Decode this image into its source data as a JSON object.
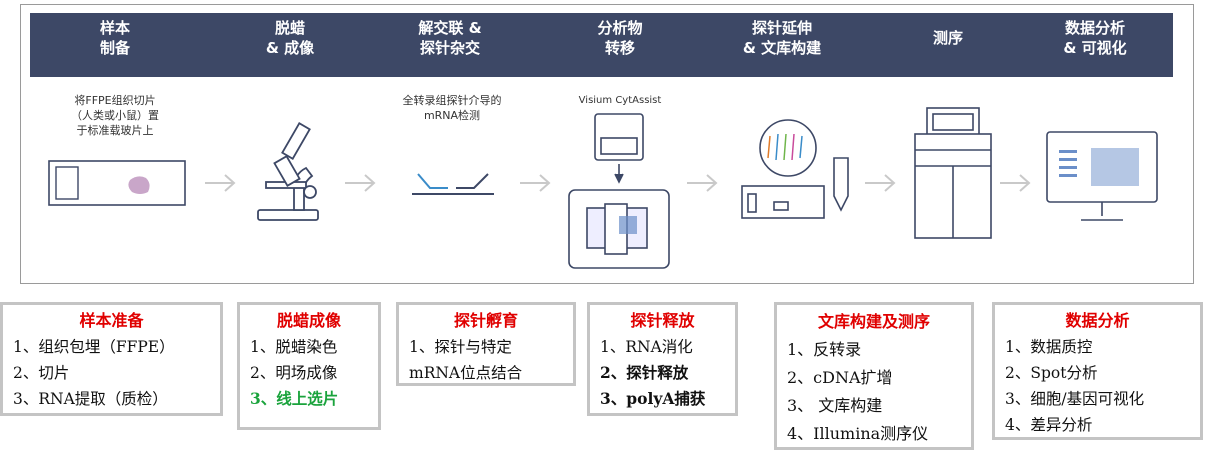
{
  "steps": [
    {
      "title_l1": "样本",
      "title_l2": "制备",
      "desc": [
        "将FFPE组织切片",
        "（人类或小鼠）置",
        "于标准载玻片上"
      ]
    },
    {
      "title_l1": "脱蜡",
      "title_l2": "& 成像",
      "desc": []
    },
    {
      "title_l1": "解交联 &",
      "title_l2": "探针杂交",
      "desc": [
        "全转录组探针介导的",
        "mRNA检测"
      ]
    },
    {
      "title_l1": "分析物",
      "title_l2": "转移",
      "desc": [
        "Visium CytAssist"
      ]
    },
    {
      "title_l1": "探针延伸",
      "title_l2": "& 文库构建",
      "desc": []
    },
    {
      "title_l1": "测序",
      "title_l2": "",
      "desc": []
    },
    {
      "title_l1": "数据分析",
      "title_l2": "& 可视化",
      "desc": []
    }
  ],
  "boxes": [
    {
      "title": "样本准备",
      "items": [
        "1、组织包埋（FFPE）",
        "2、切片",
        "3、RNA提取（质检）"
      ],
      "styles": [
        "",
        "",
        ""
      ]
    },
    {
      "title": "脱蜡成像",
      "items": [
        "1、脱蜡染色",
        "2、明场成像",
        "3、线上选片"
      ],
      "styles": [
        "",
        "",
        "g"
      ]
    },
    {
      "title": "探针孵育",
      "items": [
        "1、探针与特定",
        "mRNA位点结合"
      ],
      "styles": [
        "",
        ""
      ]
    },
    {
      "title": "探针释放",
      "items": [
        "1、RNA消化",
        "2、探针释放",
        "3、polyA捕获"
      ],
      "styles": [
        "",
        "b",
        "b"
      ]
    },
    {
      "title": "文库构建及测序",
      "items": [
        "1、反转录",
        "2、cDNA扩增",
        "3、 文库构建",
        "4、Illumina测序仪"
      ],
      "styles": [
        "",
        "",
        "",
        ""
      ]
    },
    {
      "title": "数据分析",
      "items": [
        "1、数据质控",
        "2、Spot分析",
        "3、细胞/基因可视化",
        "4、差异分析"
      ],
      "styles": [
        "",
        "",
        "",
        ""
      ]
    }
  ],
  "colors": {
    "banner": "#3d4866",
    "box_title": "#e00000",
    "highlight_green": "#1aa33c",
    "icon_blue": "#3d4866",
    "arrow": "#c9c9c9"
  }
}
